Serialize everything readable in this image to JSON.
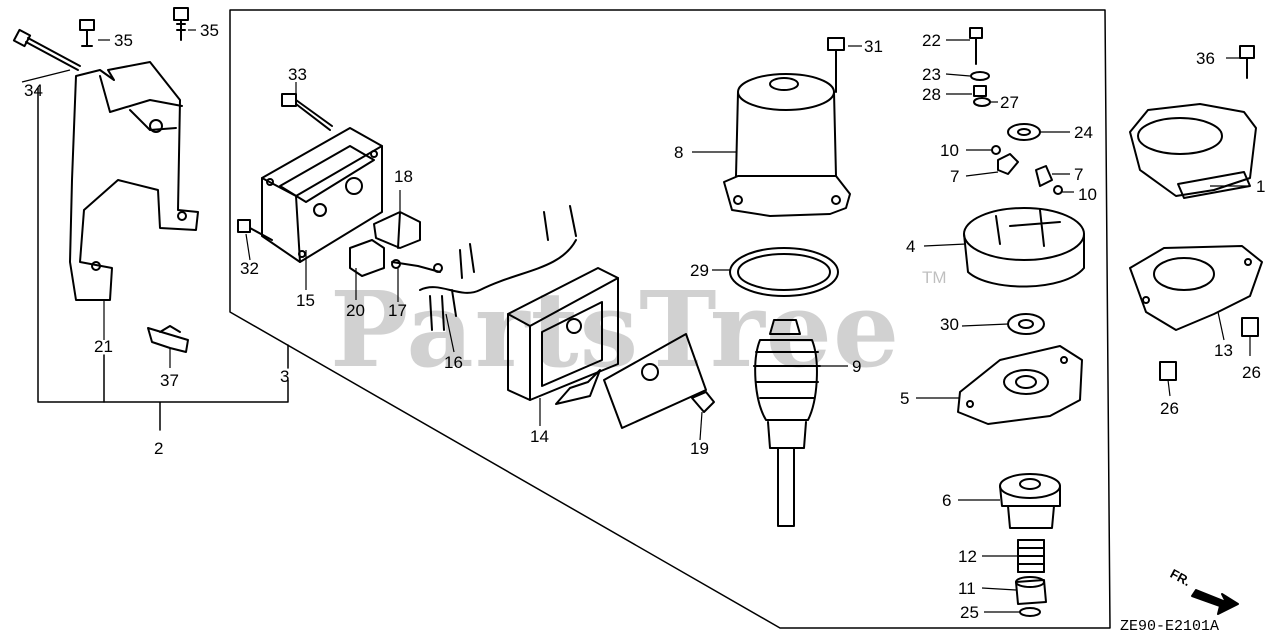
{
  "watermark": "PartsTree",
  "trademark": "TM",
  "diagram_code": "ZE90-E2101A",
  "direction_marker": "FR.",
  "parts": {
    "p1": "1",
    "p2": "2",
    "p3": "3",
    "p4": "4",
    "p5": "5",
    "p6": "6",
    "p7a": "7",
    "p7b": "7",
    "p8": "8",
    "p9": "9",
    "p10a": "10",
    "p10b": "10",
    "p11": "11",
    "p12": "12",
    "p13": "13",
    "p14": "14",
    "p15": "15",
    "p16": "16",
    "p17": "17",
    "p18": "18",
    "p19": "19",
    "p20": "20",
    "p21": "21",
    "p22": "22",
    "p23": "23",
    "p24": "24",
    "p25": "25",
    "p26a": "26",
    "p26b": "26",
    "p27": "27",
    "p28": "28",
    "p29": "29",
    "p30": "30",
    "p31": "31",
    "p32": "32",
    "p33": "33",
    "p34": "34",
    "p35a": "35",
    "p35b": "35",
    "p36": "36",
    "p37": "37"
  }
}
